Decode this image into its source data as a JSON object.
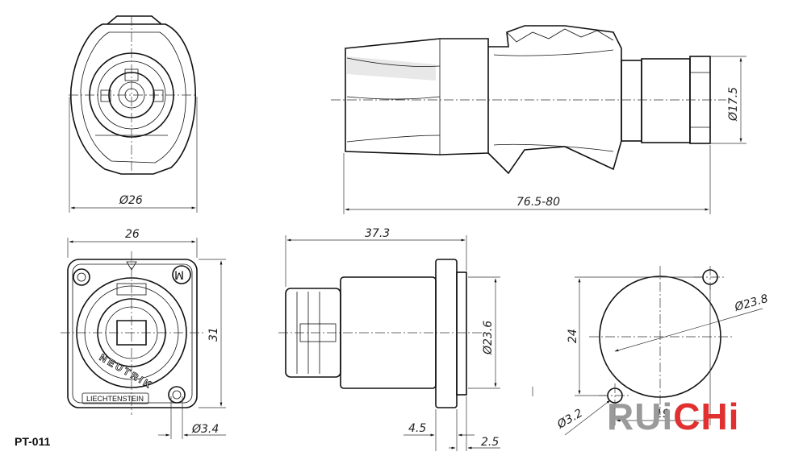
{
  "dimensions": {
    "front_plug_dia": "Ø26",
    "side_plug_dia": "Ø17.5",
    "plug_length": "76.5-80",
    "socket_width": "26",
    "socket_height": "31",
    "hole_dia": "Ø3.4",
    "socket_depth": "37.3",
    "body_dia": "Ø23.6",
    "dim_4_5": "4.5",
    "dim_2_5": "2.5",
    "cutout_dia": "Ø23.8",
    "cutout_height": "24",
    "cutout_width": "19",
    "cutout_hole_dia": "Ø3.2"
  },
  "labels": {
    "product_code": "PT-011",
    "mark_neutrik": "NEUTRIK",
    "mark_liechtenstein": "LIECHTENSTEIN"
  },
  "watermark": {
    "part1": "RUi",
    "part2": "CHi",
    "gray": "#9a9a9a",
    "red": "#e03030"
  }
}
